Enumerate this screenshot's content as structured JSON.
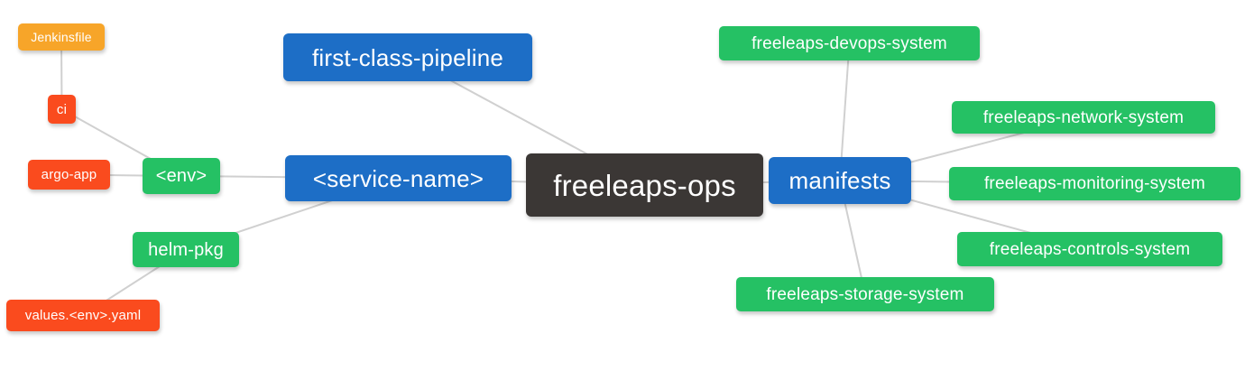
{
  "diagram": {
    "type": "mindmap",
    "root_label": "freeleaps-ops"
  },
  "colors": {
    "blue": "#1D6EC6",
    "green": "#25C164",
    "red_orange": "#FA4B1E",
    "orange": "#F7A529",
    "dark": "#3B3735",
    "edge_line": "#D0D0D0",
    "background": "#FFFFFF",
    "node_text": "#FFFFFF"
  },
  "nodes": [
    {
      "id": "jenkinsfile",
      "label": "Jenkinsfile",
      "color": "orange"
    },
    {
      "id": "ci",
      "label": "ci",
      "color": "red_orange"
    },
    {
      "id": "argo-app",
      "label": "argo-app",
      "color": "red_orange"
    },
    {
      "id": "env",
      "label": "<env>",
      "color": "green"
    },
    {
      "id": "first-class-pipeline",
      "label": "first-class-pipeline",
      "color": "blue"
    },
    {
      "id": "service-name",
      "label": "<service-name>",
      "color": "blue"
    },
    {
      "id": "freeleaps-ops",
      "label": "freeleaps-ops",
      "color": "dark"
    },
    {
      "id": "manifests",
      "label": "manifests",
      "color": "blue"
    },
    {
      "id": "freeleaps-devops-system",
      "label": "freeleaps-devops-system",
      "color": "green"
    },
    {
      "id": "freeleaps-network-system",
      "label": "freeleaps-network-system",
      "color": "green"
    },
    {
      "id": "freeleaps-monitoring-system",
      "label": "freeleaps-monitoring-system",
      "color": "green"
    },
    {
      "id": "freeleaps-controls-system",
      "label": "freeleaps-controls-system",
      "color": "green"
    },
    {
      "id": "freeleaps-storage-system",
      "label": "freeleaps-storage-system",
      "color": "green"
    },
    {
      "id": "helm-pkg",
      "label": "helm-pkg",
      "color": "green"
    },
    {
      "id": "values-env-yaml",
      "label": "values.<env>.yaml",
      "color": "red_orange"
    }
  ],
  "edges": [
    [
      "jenkinsfile",
      "ci"
    ],
    [
      "ci",
      "env"
    ],
    [
      "argo-app",
      "env"
    ],
    [
      "env",
      "service-name"
    ],
    [
      "helm-pkg",
      "service-name"
    ],
    [
      "values-env-yaml",
      "helm-pkg"
    ],
    [
      "first-class-pipeline",
      "freeleaps-ops"
    ],
    [
      "service-name",
      "freeleaps-ops"
    ],
    [
      "freeleaps-ops",
      "manifests"
    ],
    [
      "manifests",
      "freeleaps-devops-system"
    ],
    [
      "manifests",
      "freeleaps-network-system"
    ],
    [
      "manifests",
      "freeleaps-monitoring-system"
    ],
    [
      "manifests",
      "freeleaps-controls-system"
    ],
    [
      "manifests",
      "freeleaps-storage-system"
    ]
  ]
}
